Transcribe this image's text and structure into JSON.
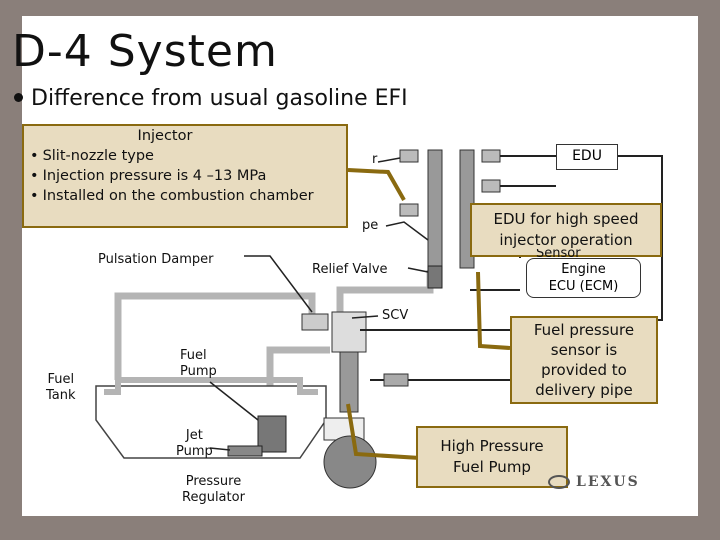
{
  "slide": {
    "title": "D-4 System",
    "bullet": "Difference from usual gasoline EFI"
  },
  "labels": {
    "injector_partial": "r",
    "delivery_pipe_partial": "pe",
    "sensor_partial": "Sensor",
    "pulsation_damper": "Pulsation Damper",
    "relief_valve": "Relief Valve",
    "scv": "SCV",
    "fuel_pump_line1": "Fuel",
    "fuel_pump_line2": "Pump",
    "fuel_tank_line1": "Fuel",
    "fuel_tank_line2": "Tank",
    "jet_pump_line1": "Jet",
    "jet_pump_line2": "Pump",
    "pressure_regulator_line1": "Pressure",
    "pressure_regulator_line2": "Regulator"
  },
  "boxes": {
    "edu": "EDU",
    "ecu_line1": "Engine",
    "ecu_line2": "ECU (ECM)"
  },
  "callouts": {
    "injector": {
      "title": "Injector",
      "items": [
        "Slit-nozzle type",
        "Injection pressure is 4 –13 MPa",
        "Installed on the combustion chamber"
      ]
    },
    "edu": {
      "line1": "EDU for high speed",
      "line2": "injector operation"
    },
    "fuel_pressure": {
      "line1": "Fuel pressure",
      "line2": "sensor is",
      "line3": "provided to",
      "line4": "delivery pipe"
    },
    "high_pressure_pump": {
      "line1": "High Pressure",
      "line2": "Fuel Pump"
    }
  },
  "brand": {
    "logo_text": "LEXUS"
  },
  "colors": {
    "background_frame": "#8a7f7a",
    "callout_fill": "#e8dcc0",
    "callout_border": "#8a6a10",
    "pipe_gray": "#b4b4b4"
  }
}
